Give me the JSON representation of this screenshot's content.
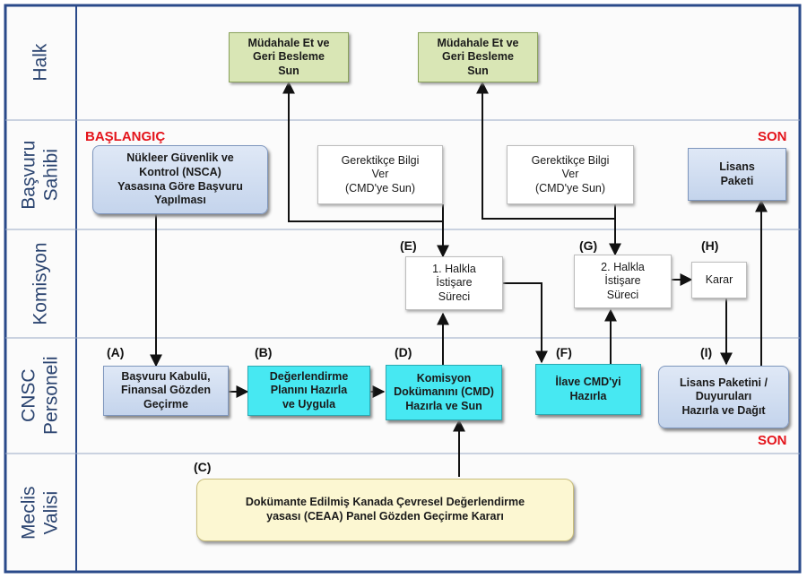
{
  "lanes": [
    {
      "label": "Halk"
    },
    {
      "label": "Başvuru\nSahibi"
    },
    {
      "label": "Komisyon"
    },
    {
      "label": "CNSC\nPersoneli"
    },
    {
      "label": "Meclis\nValisi"
    }
  ],
  "markers": {
    "start": "BAŞLANGIÇ",
    "end_top": "SON",
    "end_bottom": "SON"
  },
  "letters": {
    "A": "(A)",
    "B": "(B)",
    "C": "(C)",
    "D": "(D)",
    "E": "(E)",
    "F": "(F)",
    "G": "(G)",
    "H": "(H)",
    "I": "(I)"
  },
  "boxes": {
    "halk1": "Müdahale Et ve\nGeri Besleme\nSun",
    "halk2": "Müdahale Et ve\nGeri Besleme\nSun",
    "basvuru": "Nükleer Güvenlik ve\nKontrol (NSCA)\nYasasına Göre Başvuru\nYapılması",
    "bilgi1": "Gerektikçe Bilgi\nVer\n(CMD'ye Sun)",
    "bilgi2": "Gerektikçe Bilgi\nVer\n(CMD'ye Sun)",
    "lisans_paketi": "Lisans\nPaketi",
    "istisare1": "1. Halkla\nİstişare\nSüreci",
    "istisare2": "2. Halkla\nİstişare\nSüreci",
    "karar": "Karar",
    "kabul": "Başvuru Kabulü,\nFinansal Gözden\nGeçirme",
    "degerlendirme": "Değerlendirme\nPlanını Hazırla\nve Uygula",
    "cmd": "Komisyon\nDokümanını (CMD)\nHazırla ve Sun",
    "ilave": "İlave CMD'yi\nHazırla",
    "dagit": "Lisans Paketini /\nDuyuruları\nHazırla ve Dağıt",
    "ceaa": "Dokümante Edilmiş Kanada Çevresel Değerlendirme\nyasası (CEAA) Panel Gözden Geçirme Kararı"
  }
}
